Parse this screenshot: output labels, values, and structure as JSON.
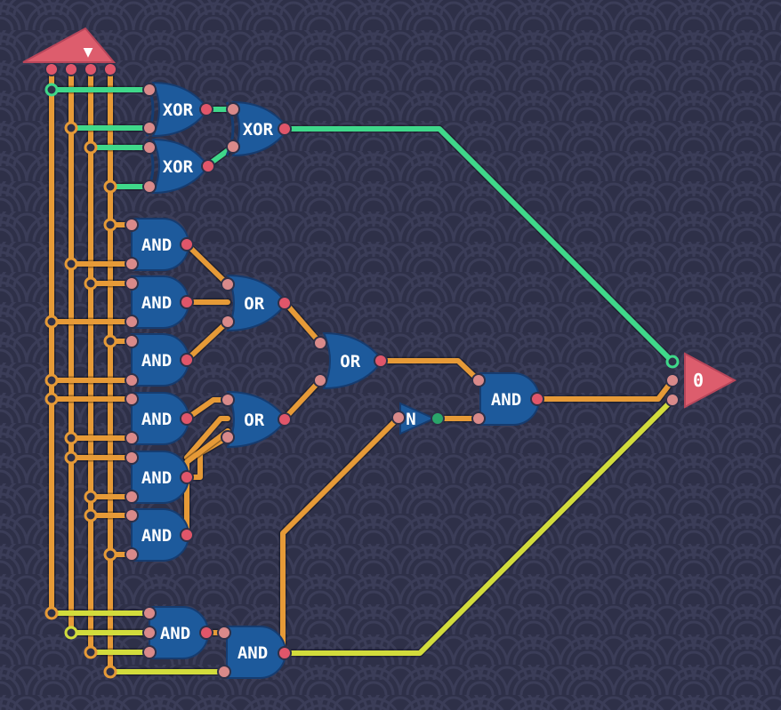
{
  "circuit": {
    "output_value": "0",
    "input_symbol": "▼",
    "gate_labels": {
      "xor": "XOR",
      "and": "AND",
      "or": "OR",
      "not": "N"
    }
  },
  "colors": {
    "background": "#2e3048",
    "wave": "#3b3d58",
    "gate_fill": "#1d5a9c",
    "gate_stroke": "#163c70",
    "wire_orange": "#e69a37",
    "wire_green": "#3fd88a",
    "wire_yellow": "#d2dc3c",
    "pin_red": "#e0566a",
    "io_pink": "#dd5d6d"
  }
}
